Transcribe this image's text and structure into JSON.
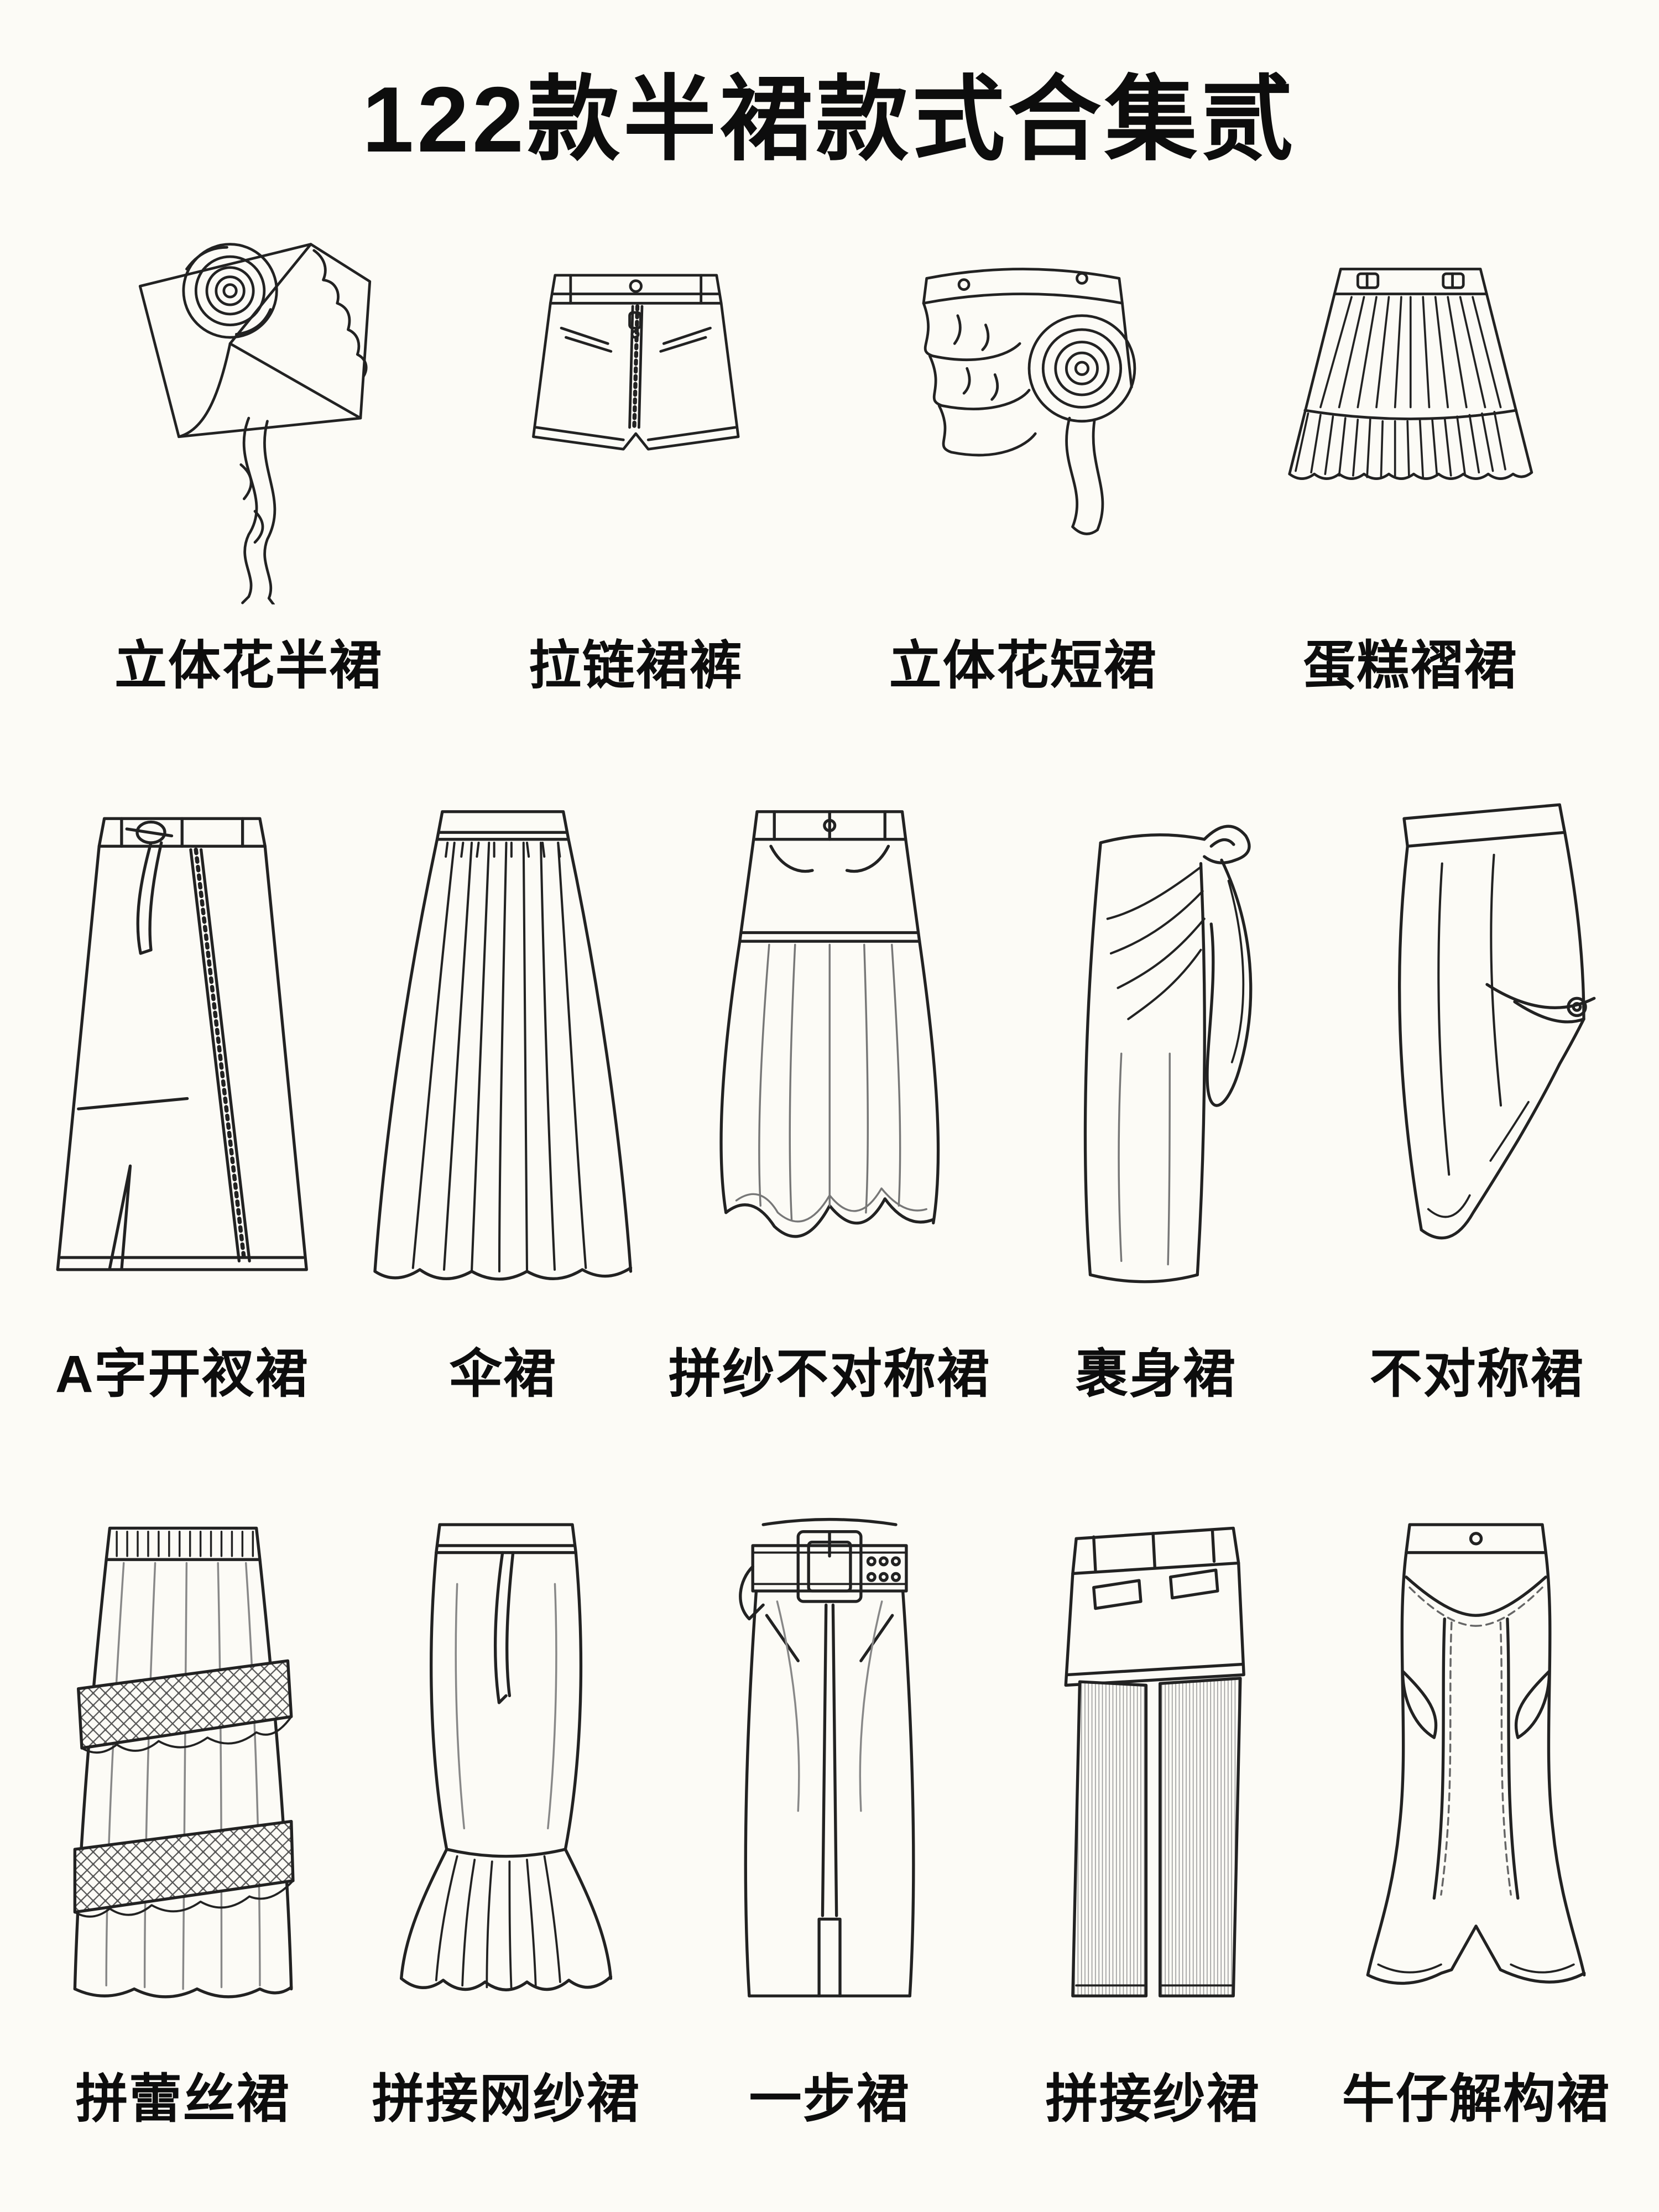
{
  "title": "122款半裙款式合集贰",
  "colors": {
    "ink": "#222222",
    "background": "#fcfbf6",
    "light_line": "#8a8a8a"
  },
  "rows": [
    {
      "items": [
        {
          "label": "立体花半裙"
        },
        {
          "label": "拉链裙裤"
        },
        {
          "label": "立体花短裙"
        },
        {
          "label": "蛋糕褶裙"
        }
      ]
    },
    {
      "items": [
        {
          "label": "A字开衩裙"
        },
        {
          "label": "伞裙"
        },
        {
          "label": "拼纱不对称裙"
        },
        {
          "label": "裹身裙"
        },
        {
          "label": "不对称裙"
        }
      ]
    },
    {
      "items": [
        {
          "label": "拼蕾丝裙"
        },
        {
          "label": "拼接网纱裙"
        },
        {
          "label": "一步裙"
        },
        {
          "label": "拼接纱裙"
        },
        {
          "label": "牛仔解构裙"
        }
      ]
    }
  ]
}
